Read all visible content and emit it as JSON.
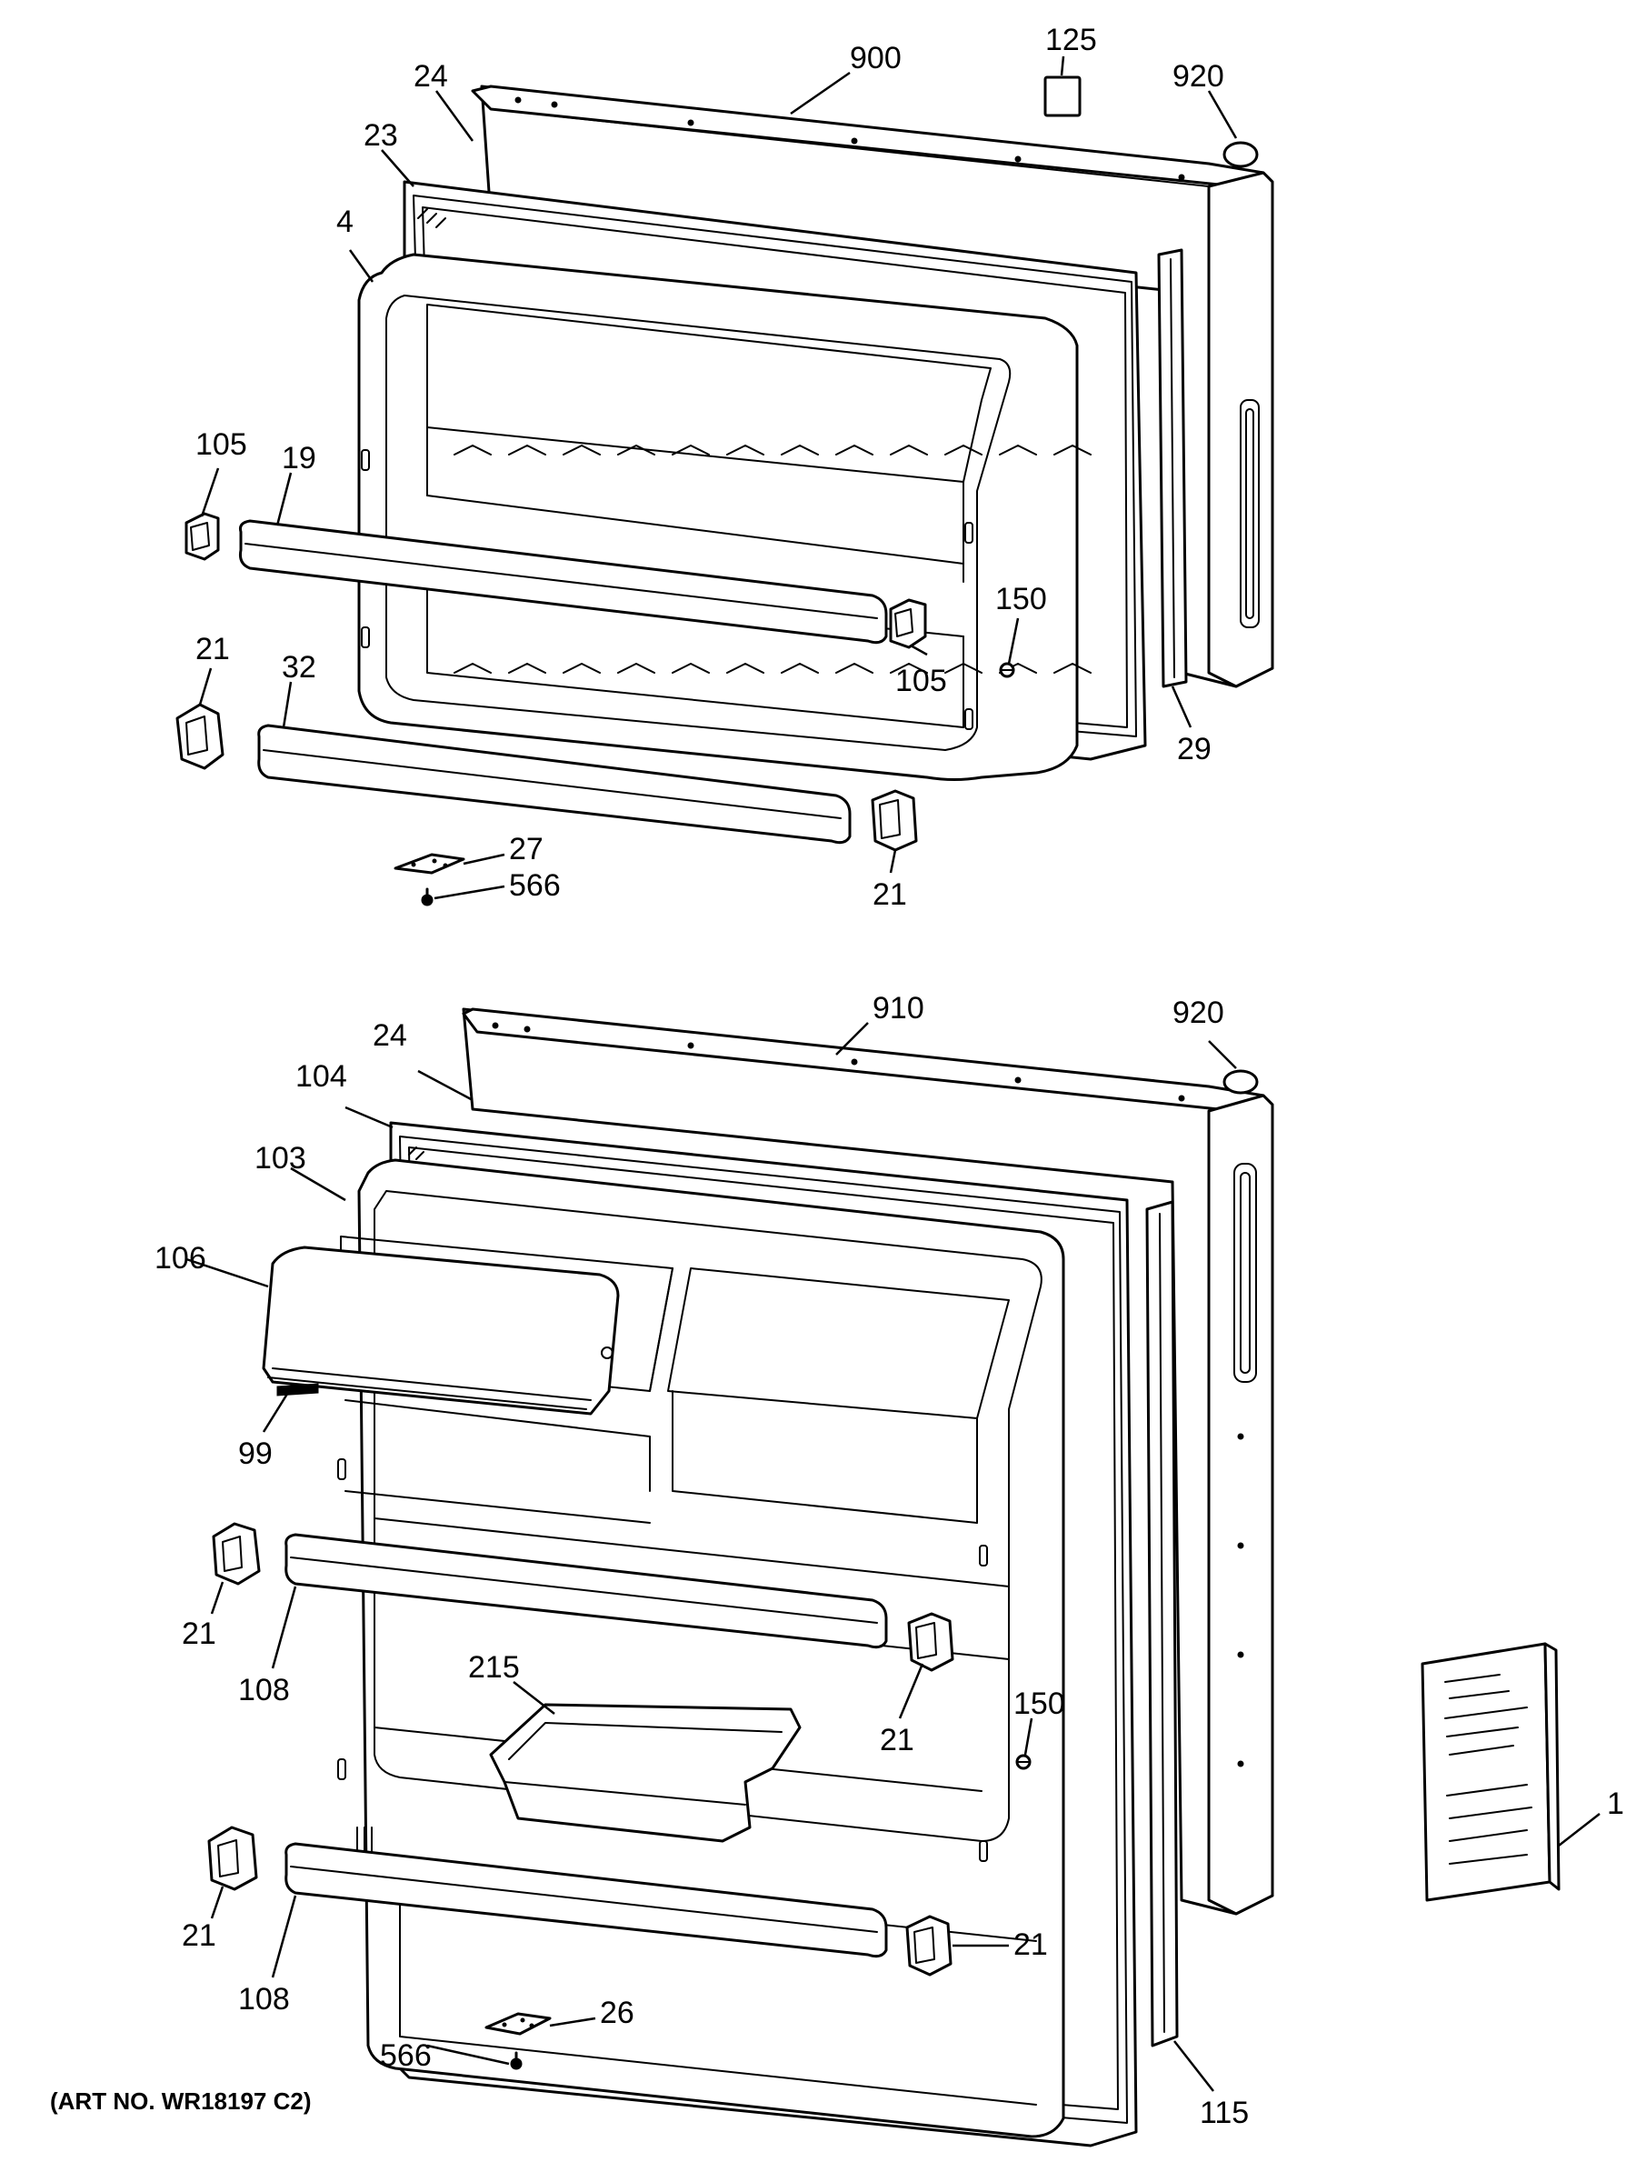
{
  "figure": {
    "art_number": "(ART NO. WR18197 C2)"
  },
  "callouts": {
    "freezer_door_900": "900",
    "magnet_125": "125",
    "plug_920_top": "920",
    "gasket_24_top": "24",
    "liner_23": "23",
    "liner_4": "4",
    "cap_105_left": "105",
    "shelf_19": "19",
    "cap_105_right": "105",
    "screw_150_top": "150",
    "hinge_21_top_left": "21",
    "rail_32": "32",
    "strip_29": "29",
    "plate_27": "27",
    "screw_566_top": "566",
    "hinge_21_top_right": "21",
    "fresh_door_910": "910",
    "plug_920_bottom": "920",
    "gasket_24_bottom": "24",
    "gasket_104": "104",
    "liner_103": "103",
    "dairy_door_106": "106",
    "dairy_hinge_99": "99",
    "hinge_21_mid_left": "21",
    "shelf_108_upper": "108",
    "bin_215": "215",
    "screw_150_bottom": "150",
    "hinge_21_mid_right": "21",
    "hinge_21_low_left": "21",
    "shelf_108_lower": "108",
    "hinge_21_low_right": "21",
    "strip_115": "115",
    "manual_1": "1",
    "plate_26": "26",
    "screw_566_bottom": "566"
  }
}
